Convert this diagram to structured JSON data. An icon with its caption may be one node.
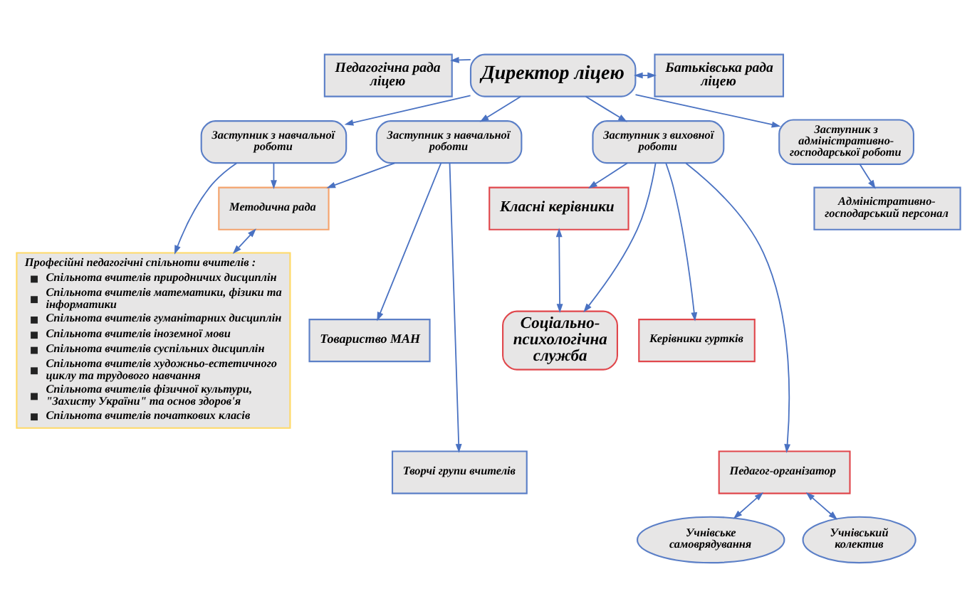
{
  "diagram": {
    "nodes": [
      {
        "text": [
          "Директор ліцею"
        ]
      },
      {
        "text": [
          "Педагогічна рада ліцею"
        ]
      },
      {
        "text": [
          "Батьківська рада ліцею"
        ]
      },
      {
        "text": [
          "Заступник з навчальної роботи"
        ]
      },
      {
        "text": [
          "Заступник з навчальної роботи"
        ]
      },
      {
        "text": [
          "Заступник з виховної роботи"
        ]
      },
      {
        "text": [
          "Заступник з адміністративно-господарської роботи"
        ]
      },
      {
        "text": [
          "Методична рада"
        ]
      },
      {
        "text": [
          "Професійні педагогічні спільноти вчителів :",
          "Спільнота вчителів природничих дисциплін",
          "Спільнота вчителів математики, фізики та інформатики",
          "Спільнота вчителів гуманітарних дисциплін",
          "Спільнота вчителів іноземної мови",
          "Спільнота вчителів суспільних дисциплін",
          "Спільнота вчителів художньо-естетичного циклу та трудового навчання",
          "Спільнота вчителів фізичної культури, \"Захисту України\" та основ здоров'я",
          "Спільнота вчителів початкових класів"
        ]
      },
      {
        "text": [
          "Товариство МАН"
        ]
      },
      {
        "text": [
          "Творчі групи вчителів"
        ]
      },
      {
        "text": [
          "Класні керівники"
        ]
      },
      {
        "text": [
          "Керівники гуртків"
        ]
      },
      {
        "text": [
          "Педагог-організатор"
        ]
      },
      {
        "text": [
          "Адміністративно-господарський персонал"
        ]
      },
      {
        "text": [
          "Соціально-психологічна служба"
        ]
      },
      {
        "text": [
          "Учнівське самоврядування"
        ]
      },
      {
        "text": [
          "Учнівський колектив"
        ]
      }
    ],
    "edges": [
      {
        "from": 0,
        "to": 1,
        "arrow": "to"
      },
      {
        "from": 0,
        "to": 2,
        "arrow": "both"
      },
      {
        "from": 0,
        "to": 3,
        "arrow": "to"
      },
      {
        "from": 0,
        "to": 4,
        "arrow": "to"
      },
      {
        "from": 0,
        "to": 5,
        "arrow": "to"
      },
      {
        "from": 0,
        "to": 6,
        "arrow": "to"
      },
      {
        "from": 3,
        "to": 7,
        "arrow": "to"
      },
      {
        "from": 3,
        "to": 8,
        "arrow": "to"
      },
      {
        "from": 4,
        "to": 7,
        "arrow": "to"
      },
      {
        "from": 4,
        "to": 9,
        "arrow": "to"
      },
      {
        "from": 4,
        "to": 10,
        "arrow": "to"
      },
      {
        "from": 7,
        "to": 8,
        "arrow": "both"
      },
      {
        "from": 5,
        "to": 11,
        "arrow": "to"
      },
      {
        "from": 5,
        "to": 12,
        "arrow": "to"
      },
      {
        "from": 5,
        "to": 13,
        "arrow": "to"
      },
      {
        "from": 5,
        "to": 15,
        "arrow": "to"
      },
      {
        "from": 6,
        "to": 14,
        "arrow": "to"
      },
      {
        "from": 11,
        "to": 15,
        "arrow": "both"
      },
      {
        "from": 13,
        "to": 16,
        "arrow": "both"
      },
      {
        "from": 13,
        "to": 17,
        "arrow": "both"
      }
    ]
  }
}
